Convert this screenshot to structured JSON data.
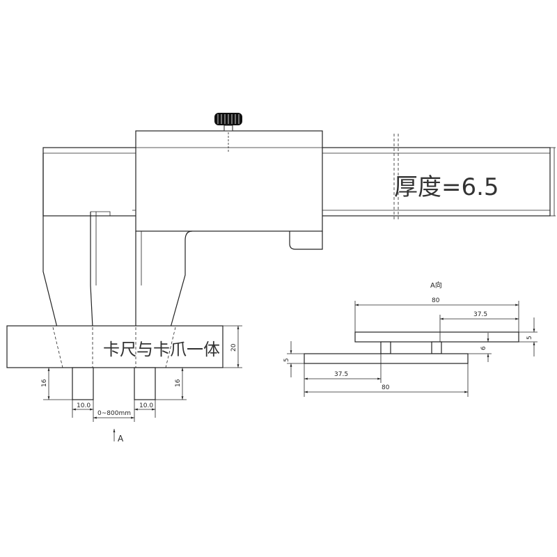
{
  "beam_label": "厚度=6.5",
  "base_label": "卡尺与卡爪一体",
  "view_label": "A向",
  "view_arrow_label": "A",
  "side_dims": {
    "base_height": "20",
    "left_leg_height": "16",
    "right_leg_height": "16",
    "left_leg_width": "10.0",
    "right_leg_width": "10.0",
    "range": "0~800mm"
  },
  "view_dims": {
    "top_length": "80",
    "top_offset": "37.5",
    "top_thickness": "5",
    "bottom_thickness": "5",
    "gap": "6",
    "bottom_offset": "37.5",
    "bottom_length": "80"
  }
}
